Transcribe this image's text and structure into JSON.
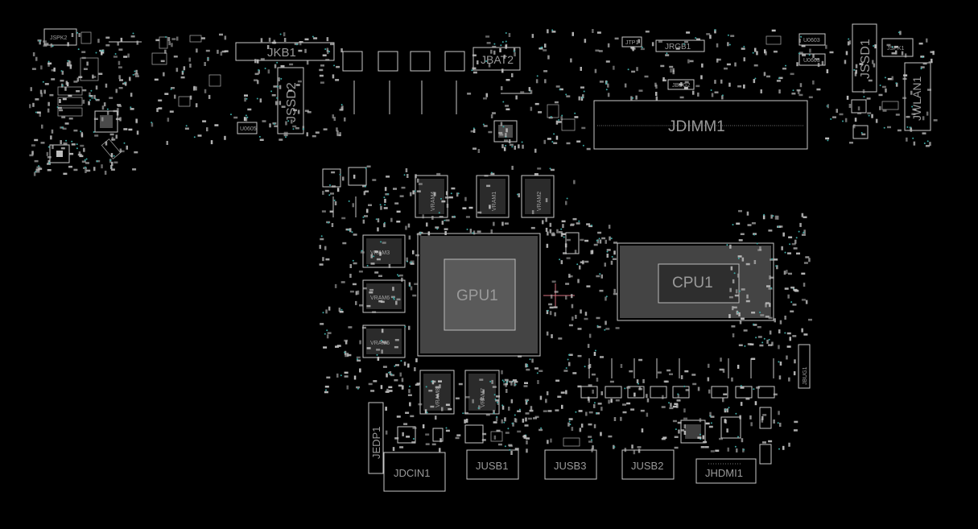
{
  "labels": {
    "jspk2": "JSPK2",
    "jkb1": "JKB1",
    "jssd2": "JSSD2",
    "jbat2": "JBAT2",
    "jtp1": "JTP1",
    "jrgb1": "JRGB1",
    "jbug2": "JBUG2",
    "u0603a": "U0603",
    "u0603b": "U0603",
    "jssd1": "JSSD1",
    "jspk1": "JSPK1",
    "jwlan1": "JWLAN1",
    "jdimm1": "JDIMM1",
    "vram4": "VRAM4",
    "vram1": "VRAM1",
    "vram2": "VRAM2",
    "vram3": "VRAM3",
    "vram6": "VRAM6",
    "vram5": "VRAM5",
    "vram8": "VRAM8",
    "vram7": "VRAM7",
    "gpu1": "GPU1",
    "cpu1": "CPU1",
    "jbug1": "JBUG1",
    "jedp1": "JEDP1",
    "jdcin1": "JDCIN1",
    "jusb1": "JUSB1",
    "jusb3": "JUSB3",
    "jusb2": "JUSB2",
    "jhdmi1": "JHDMI1",
    "u0605": "U0605"
  },
  "colors": {
    "background": "#000000",
    "outline": "#c8c8c8",
    "label": "#9a9a9a",
    "via": "#3aa7a3",
    "cursor": "#d4707e"
  }
}
